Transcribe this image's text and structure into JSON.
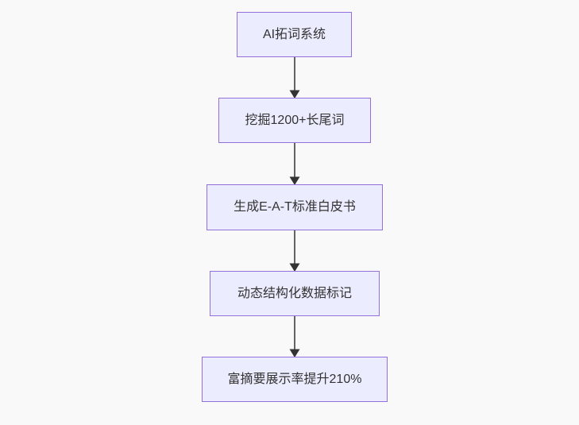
{
  "diagram": {
    "type": "flowchart",
    "direction": "top-to-bottom",
    "background_color": "#f9f9f9",
    "node_fill_color": "#ECECFF",
    "node_border_color": "#9370DB",
    "text_color": "#333333",
    "arrow_color": "#3f3f3f",
    "nodes": [
      {
        "id": "step-1",
        "label": "AI拓词系统"
      },
      {
        "id": "step-2",
        "label": "挖掘1200+长尾词"
      },
      {
        "id": "step-3",
        "label": "生成E-A-T标准白皮书"
      },
      {
        "id": "step-4",
        "label": "动态结构化数据标记"
      },
      {
        "id": "step-5",
        "label": "富摘要展示率提升210%"
      }
    ],
    "edges": [
      {
        "from": "step-1",
        "to": "step-2"
      },
      {
        "from": "step-2",
        "to": "step-3"
      },
      {
        "from": "step-3",
        "to": "step-4"
      },
      {
        "from": "step-4",
        "to": "step-5"
      }
    ]
  }
}
